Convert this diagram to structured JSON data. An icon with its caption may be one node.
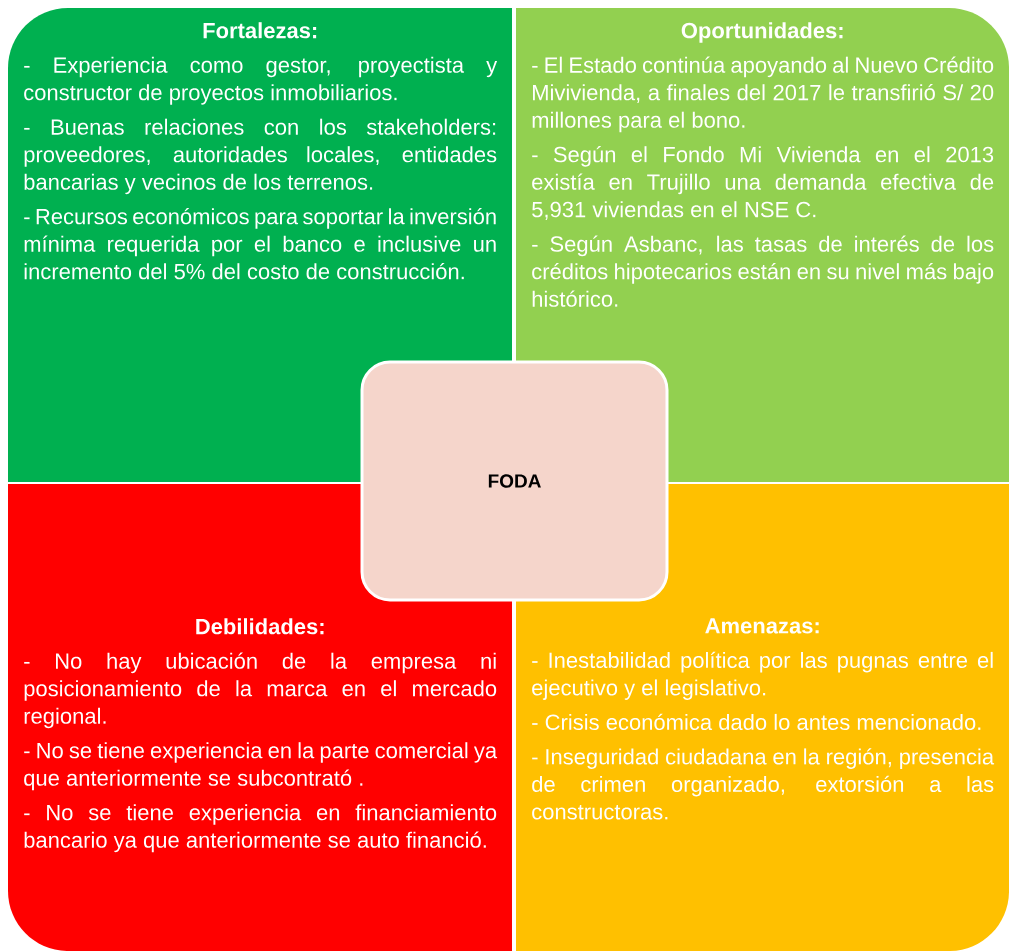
{
  "diagram": {
    "nodes": [
      {
        "text": [
          "Fortalezas:",
          "- Experiencia como gestor, proyectista y constructor de proyectos inmobiliarios.",
          "- Buenas relaciones con los stakeholders: proveedores, autoridades locales, entidades bancarias y vecinos de los terrenos.",
          "- Recursos económicos para soportar la inversión mínima requerida por el banco e inclusive un incremento del 5% del costo de construcción."
        ]
      },
      {
        "text": [
          "Oportunidades:",
          "- El Estado continúa apoyando al Nuevo Crédito Mivivienda, a finales del 2017 le transfirió S/ 20 millones para el bono.",
          "- Según el Fondo Mi Vivienda en el 2013 existía en Trujillo una demanda efectiva de 5,931 viviendas en el NSE C.",
          "- Según Asbanc, las tasas de interés de los créditos hipotecarios están en su nivel más bajo histórico."
        ]
      },
      {
        "text": [
          "FODA"
        ]
      },
      {
        "text": [
          "Debilidades:",
          "- No hay ubicación de la empresa ni posicionamiento de la marca en el mercado regional.",
          "- No se tiene experiencia en la parte comercial ya que anteriormente se subcontrató .",
          "- No se tiene experiencia en financiamiento bancario ya que anteriormente se auto financió."
        ]
      },
      {
        "text": [
          "Amenazas:",
          "- Inestabilidad política por las pugnas entre el ejecutivo y el legislativo.",
          "- Crisis económica dado lo antes mencionado.",
          "- Inseguridad ciudadana en la región, presencia de crimen organizado, extorsión a las constructoras."
        ]
      }
    ]
  }
}
